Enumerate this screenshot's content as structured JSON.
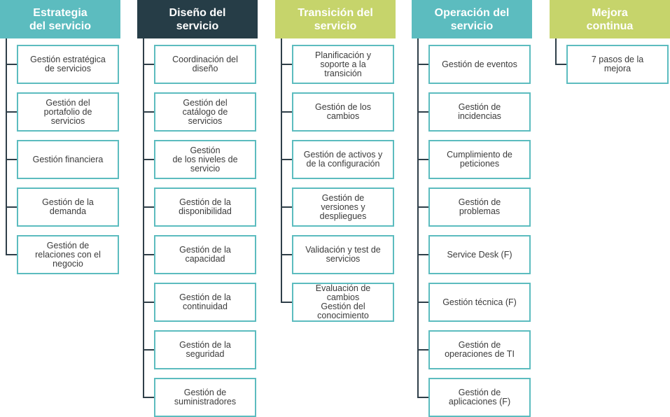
{
  "colors": {
    "teal": "#5cbcbf",
    "dark": "#263d47",
    "lime": "#c6d46b",
    "line": "#2f3f49",
    "box_border": "#5cbcbf",
    "text": "#3b3b3b"
  },
  "columns": [
    {
      "title": "Estrategia\ndel servicio",
      "color": "#5cbcbf",
      "items": [
        "Gestión estratégica\nde servicios",
        "Gestión del\nportafolio de\nservicios",
        "Gestión financiera",
        "Gestión de la\ndemanda",
        "Gestión de\nrelaciones con el\nnegocio"
      ]
    },
    {
      "title": "Diseño del\nservicio",
      "color": "#263d47",
      "items": [
        "Coordinación del\ndiseño",
        "Gestión del\ncatálogo de\nservicios",
        "Gestión\nde los niveles de\nservicio",
        "Gestión de la\ndisponibilidad",
        "Gestión de la\ncapacidad",
        "Gestión de la\ncontinuidad",
        "Gestión de la\nseguridad",
        "Gestión de\nsuministradores"
      ]
    },
    {
      "title": "Transición del\nservicio",
      "color": "#c6d46b",
      "items": [
        "Planificación y\nsoporte a la\ntransición",
        "Gestión de los\ncambios",
        "Gestión de activos y\nde la configuración",
        "Gestión de\nversiones y\ndespliegues",
        "Validación y test de\nservicios",
        "Evaluación de\ncambios\nGestión del\nconocimiento"
      ]
    },
    {
      "title": "Operación del\nservicio",
      "color": "#5cbcbf",
      "items": [
        "Gestión de eventos",
        "Gestión de\nincidencias",
        "Cumplimiento de\npeticiones",
        "Gestión de\nproblemas",
        "Service Desk (F)",
        "Gestión técnica (F)",
        "Gestión de\noperaciones de TI",
        "Gestión de\naplicaciones (F)"
      ]
    },
    {
      "title": "Mejora\ncontinua",
      "color": "#c6d46b",
      "items": [
        "7 pasos de la\nmejora"
      ]
    }
  ]
}
